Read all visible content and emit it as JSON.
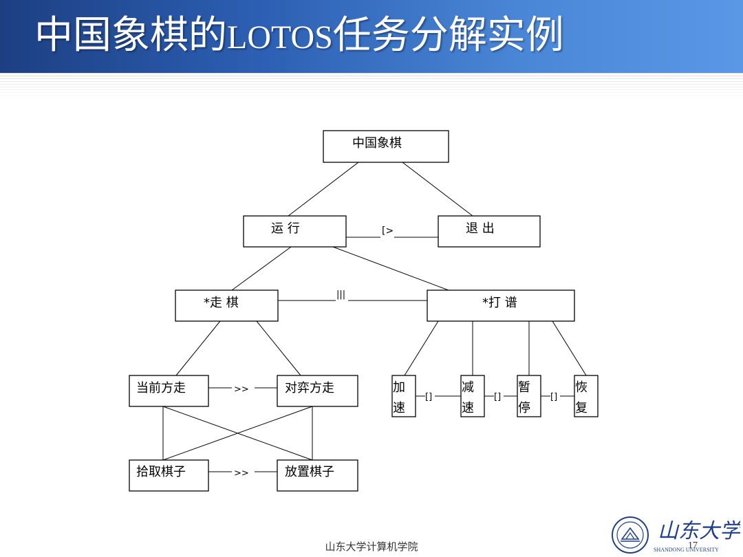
{
  "slide": {
    "title_cn_1": "中国象棋的",
    "title_latin": "LOTOS",
    "title_cn_2": "任务分解实例",
    "footer": "山东大学计算机学院",
    "page_number": "17"
  },
  "logo": {
    "calligraphy": "山东大学",
    "english": "SHANDONG UNIVERSITY"
  },
  "diagram": {
    "root": "中国象棋",
    "run": "运 行",
    "quit": "退 出",
    "op_disable": "[>",
    "walk": "*走 棋",
    "record": "*打 谱",
    "op_interleave": "|||",
    "current_move": "当前方走",
    "opponent_move": "对弈方走",
    "op_enable_1": ">>",
    "pick_piece": "拾取棋子",
    "place_piece": "放置棋子",
    "op_enable_2": ">>",
    "accel_1": "加",
    "accel_2": "速",
    "decel_1": "减",
    "decel_2": "速",
    "pause_1": "暂",
    "pause_2": "停",
    "resume_1": "恢",
    "resume_2": "复",
    "op_choice_1": "[]",
    "op_choice_2": "[]",
    "op_choice_3": "[]"
  },
  "colors": {
    "title_bar_start": "#1d3f82",
    "title_bar_end": "#5a98e6",
    "line": "#000000"
  }
}
